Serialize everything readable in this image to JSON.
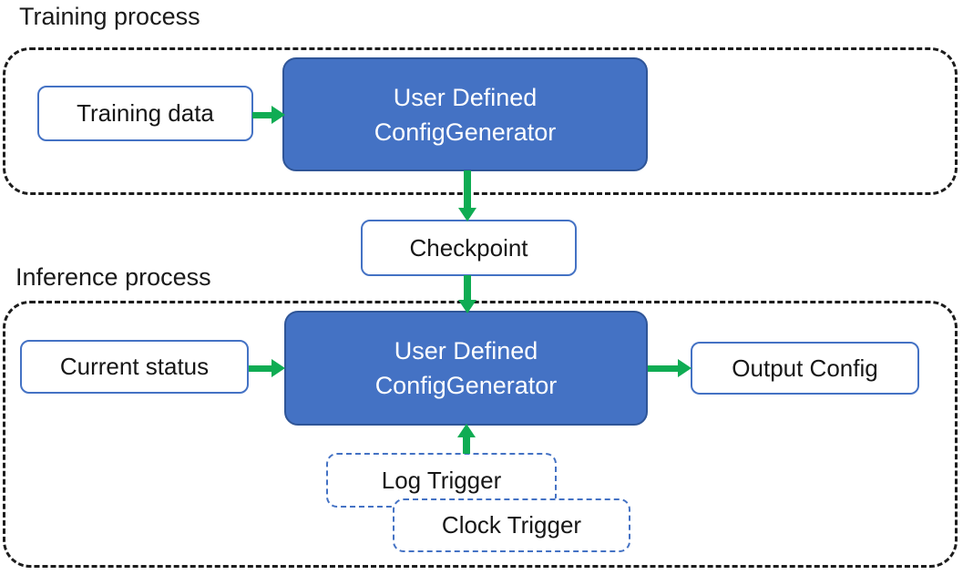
{
  "colors": {
    "generator_fill": "#4472C4",
    "generator_border": "#2F5597",
    "io_box_border": "#4472C4",
    "trigger_dash": "#4472C4",
    "arrow_green": "#0FAC53",
    "container_dash": "#1c1c1c",
    "text_dark": "#161616",
    "text_light": "#ffffff"
  },
  "training": {
    "label": "Training process",
    "input_box": "Training data",
    "generator_line1": "User Defined",
    "generator_line2": "ConfigGenerator"
  },
  "checkpoint": {
    "label": "Checkpoint"
  },
  "inference": {
    "label": "Inference process",
    "input_box": "Current status",
    "generator_line1": "User Defined",
    "generator_line2": "ConfigGenerator",
    "output_box": "Output Config",
    "log_trigger": "Log Trigger",
    "clock_trigger": "Clock Trigger"
  }
}
